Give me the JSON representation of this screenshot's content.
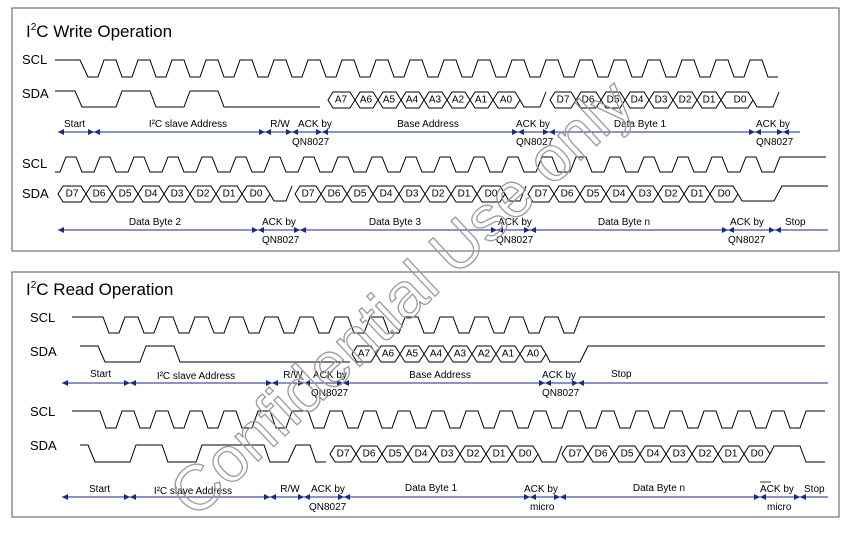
{
  "panels": [
    {
      "title_prefix": "I",
      "title_sup": "2",
      "title_suffix": "C Write Operation",
      "rows": [
        {
          "signals": [
            {
              "label": "SCL"
            },
            {
              "label": "SDA",
              "bits": [
                "A7",
                "A6",
                "A5",
                "A4",
                "A3",
                "A2",
                "A1",
                "A0",
                "D7",
                "D6",
                "D5",
                "D4",
                "D3",
                "D2",
                "D1",
                "D0"
              ]
            }
          ],
          "annotations": [
            {
              "text": "Start"
            },
            {
              "text": "I²C  slave Address"
            },
            {
              "text": "R/W"
            },
            {
              "text": "ACK by",
              "sub": "QN8027"
            },
            {
              "text": "Base Address"
            },
            {
              "text": "ACK by",
              "sub": "QN8027"
            },
            {
              "text": "Data Byte 1"
            },
            {
              "text": "ACK by",
              "sub": "QN8027"
            }
          ]
        },
        {
          "signals": [
            {
              "label": "SCL"
            },
            {
              "label": "SDA",
              "bits": [
                "D7",
                "D6",
                "D5",
                "D4",
                "D3",
                "D2",
                "D1",
                "D0",
                "D7",
                "D6",
                "D5",
                "D4",
                "D3",
                "D2",
                "D1",
                "D0",
                "D7",
                "D6",
                "D5",
                "D4",
                "D3",
                "D2",
                "D1",
                "D0"
              ]
            }
          ],
          "annotations": [
            {
              "text": "Data Byte 2"
            },
            {
              "text": "ACK by",
              "sub": "QN8027"
            },
            {
              "text": "Data Byte 3"
            },
            {
              "text": "ACK by",
              "sub": "QN8027"
            },
            {
              "text": "Data Byte n"
            },
            {
              "text": "ACK by",
              "sub": "QN8027"
            },
            {
              "text": "Stop"
            }
          ]
        }
      ]
    },
    {
      "title_prefix": "I",
      "title_sup": "2",
      "title_suffix": "C Read Operation",
      "rows": [
        {
          "signals": [
            {
              "label": "SCL"
            },
            {
              "label": "SDA",
              "bits": [
                "A7",
                "A6",
                "A5",
                "A4",
                "A3",
                "A2",
                "A1",
                "A0"
              ]
            }
          ],
          "annotations": [
            {
              "text": "Start"
            },
            {
              "text": "I²C  slave Address"
            },
            {
              "text": "R/W"
            },
            {
              "text": "ACK by",
              "sub": "QN8027"
            },
            {
              "text": "Base Address"
            },
            {
              "text": "ACK by",
              "sub": "QN8027"
            },
            {
              "text": "Stop"
            }
          ]
        },
        {
          "signals": [
            {
              "label": "SCL"
            },
            {
              "label": "SDA",
              "bits": [
                "D7",
                "D6",
                "D5",
                "D4",
                "D3",
                "D2",
                "D1",
                "D0",
                "D7",
                "D6",
                "D5",
                "D4",
                "D3",
                "D2",
                "D1",
                "D0"
              ]
            }
          ],
          "annotations": [
            {
              "text": "Start"
            },
            {
              "text": "I²C  slave Address"
            },
            {
              "text": "R/W"
            },
            {
              "text": "ACK by",
              "sub": "QN8027"
            },
            {
              "text": "Data Byte 1"
            },
            {
              "text": "ACK by",
              "sub": "micro"
            },
            {
              "text": "Data Byte n"
            },
            {
              "text": "ACK by",
              "sub": "micro"
            },
            {
              "text": "Stop"
            }
          ]
        }
      ]
    }
  ],
  "watermark": "Confidential Use only",
  "colors": {
    "signal": "#000000",
    "annotation_line": "#1a2a8a",
    "frame": "#555555",
    "watermark": "#9a9a9a"
  }
}
